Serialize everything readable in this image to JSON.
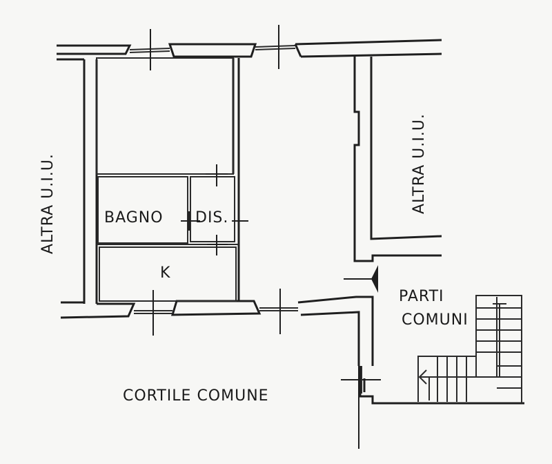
{
  "labels": {
    "left_unit": "ALTRA U.I.U.",
    "right_unit": "ALTRA U.I.U.",
    "bathroom": "BAGNO",
    "disimpegno": "DIS.",
    "kitchen": "K",
    "common_parts_line1": "PARTI",
    "common_parts_line2": "COMUNI",
    "courtyard": "CORTILE COMUNE"
  }
}
